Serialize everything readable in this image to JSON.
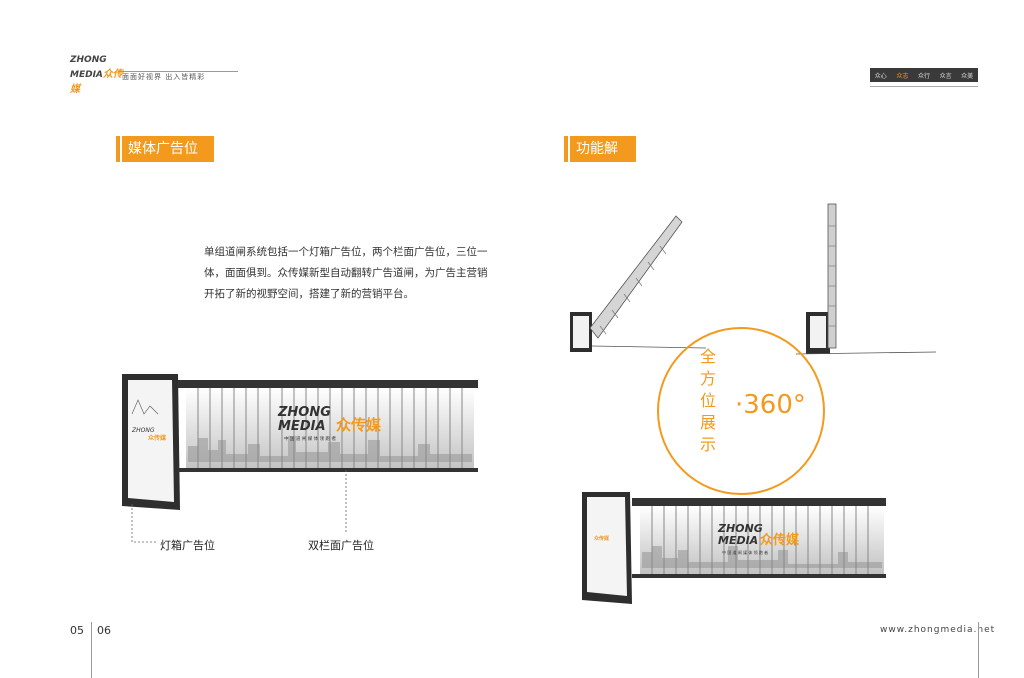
{
  "header": {
    "logo_line1": "ZHONG",
    "logo_line2": "MEDIA",
    "logo_cn": "众传媒",
    "slogan": "面面好视界 出入皆精彩",
    "nav": [
      "众心",
      "众志",
      "众行",
      "众言",
      "众美"
    ]
  },
  "left_page": {
    "section_title": "媒体广告位",
    "description": "单组道闸系统包括一个灯箱广告位，两个栏面广告位，三位一体，面面俱到。众传媒新型自动翻转广告道闸，为广告主营销开拓了新的视野空间，搭建了新的营销平台。",
    "label_lightbox": "灯箱广告位",
    "label_double": "双栏面广告位",
    "page_number": "05"
  },
  "right_page": {
    "section_title": "功能解析",
    "circle_chars": [
      "全",
      "方",
      "位",
      "展",
      "示"
    ],
    "degrees": "·360°",
    "page_number": "06",
    "website": "www.zhongmedia.net"
  },
  "billboard": {
    "brand_line1": "ZHONG",
    "brand_line2": "MEDIA",
    "brand_cn": "众传媒",
    "subline": "中 国 道 闸 媒 体 领 跑 者"
  },
  "colors": {
    "accent": "#f39a1e",
    "dark": "#3a3a3a"
  }
}
